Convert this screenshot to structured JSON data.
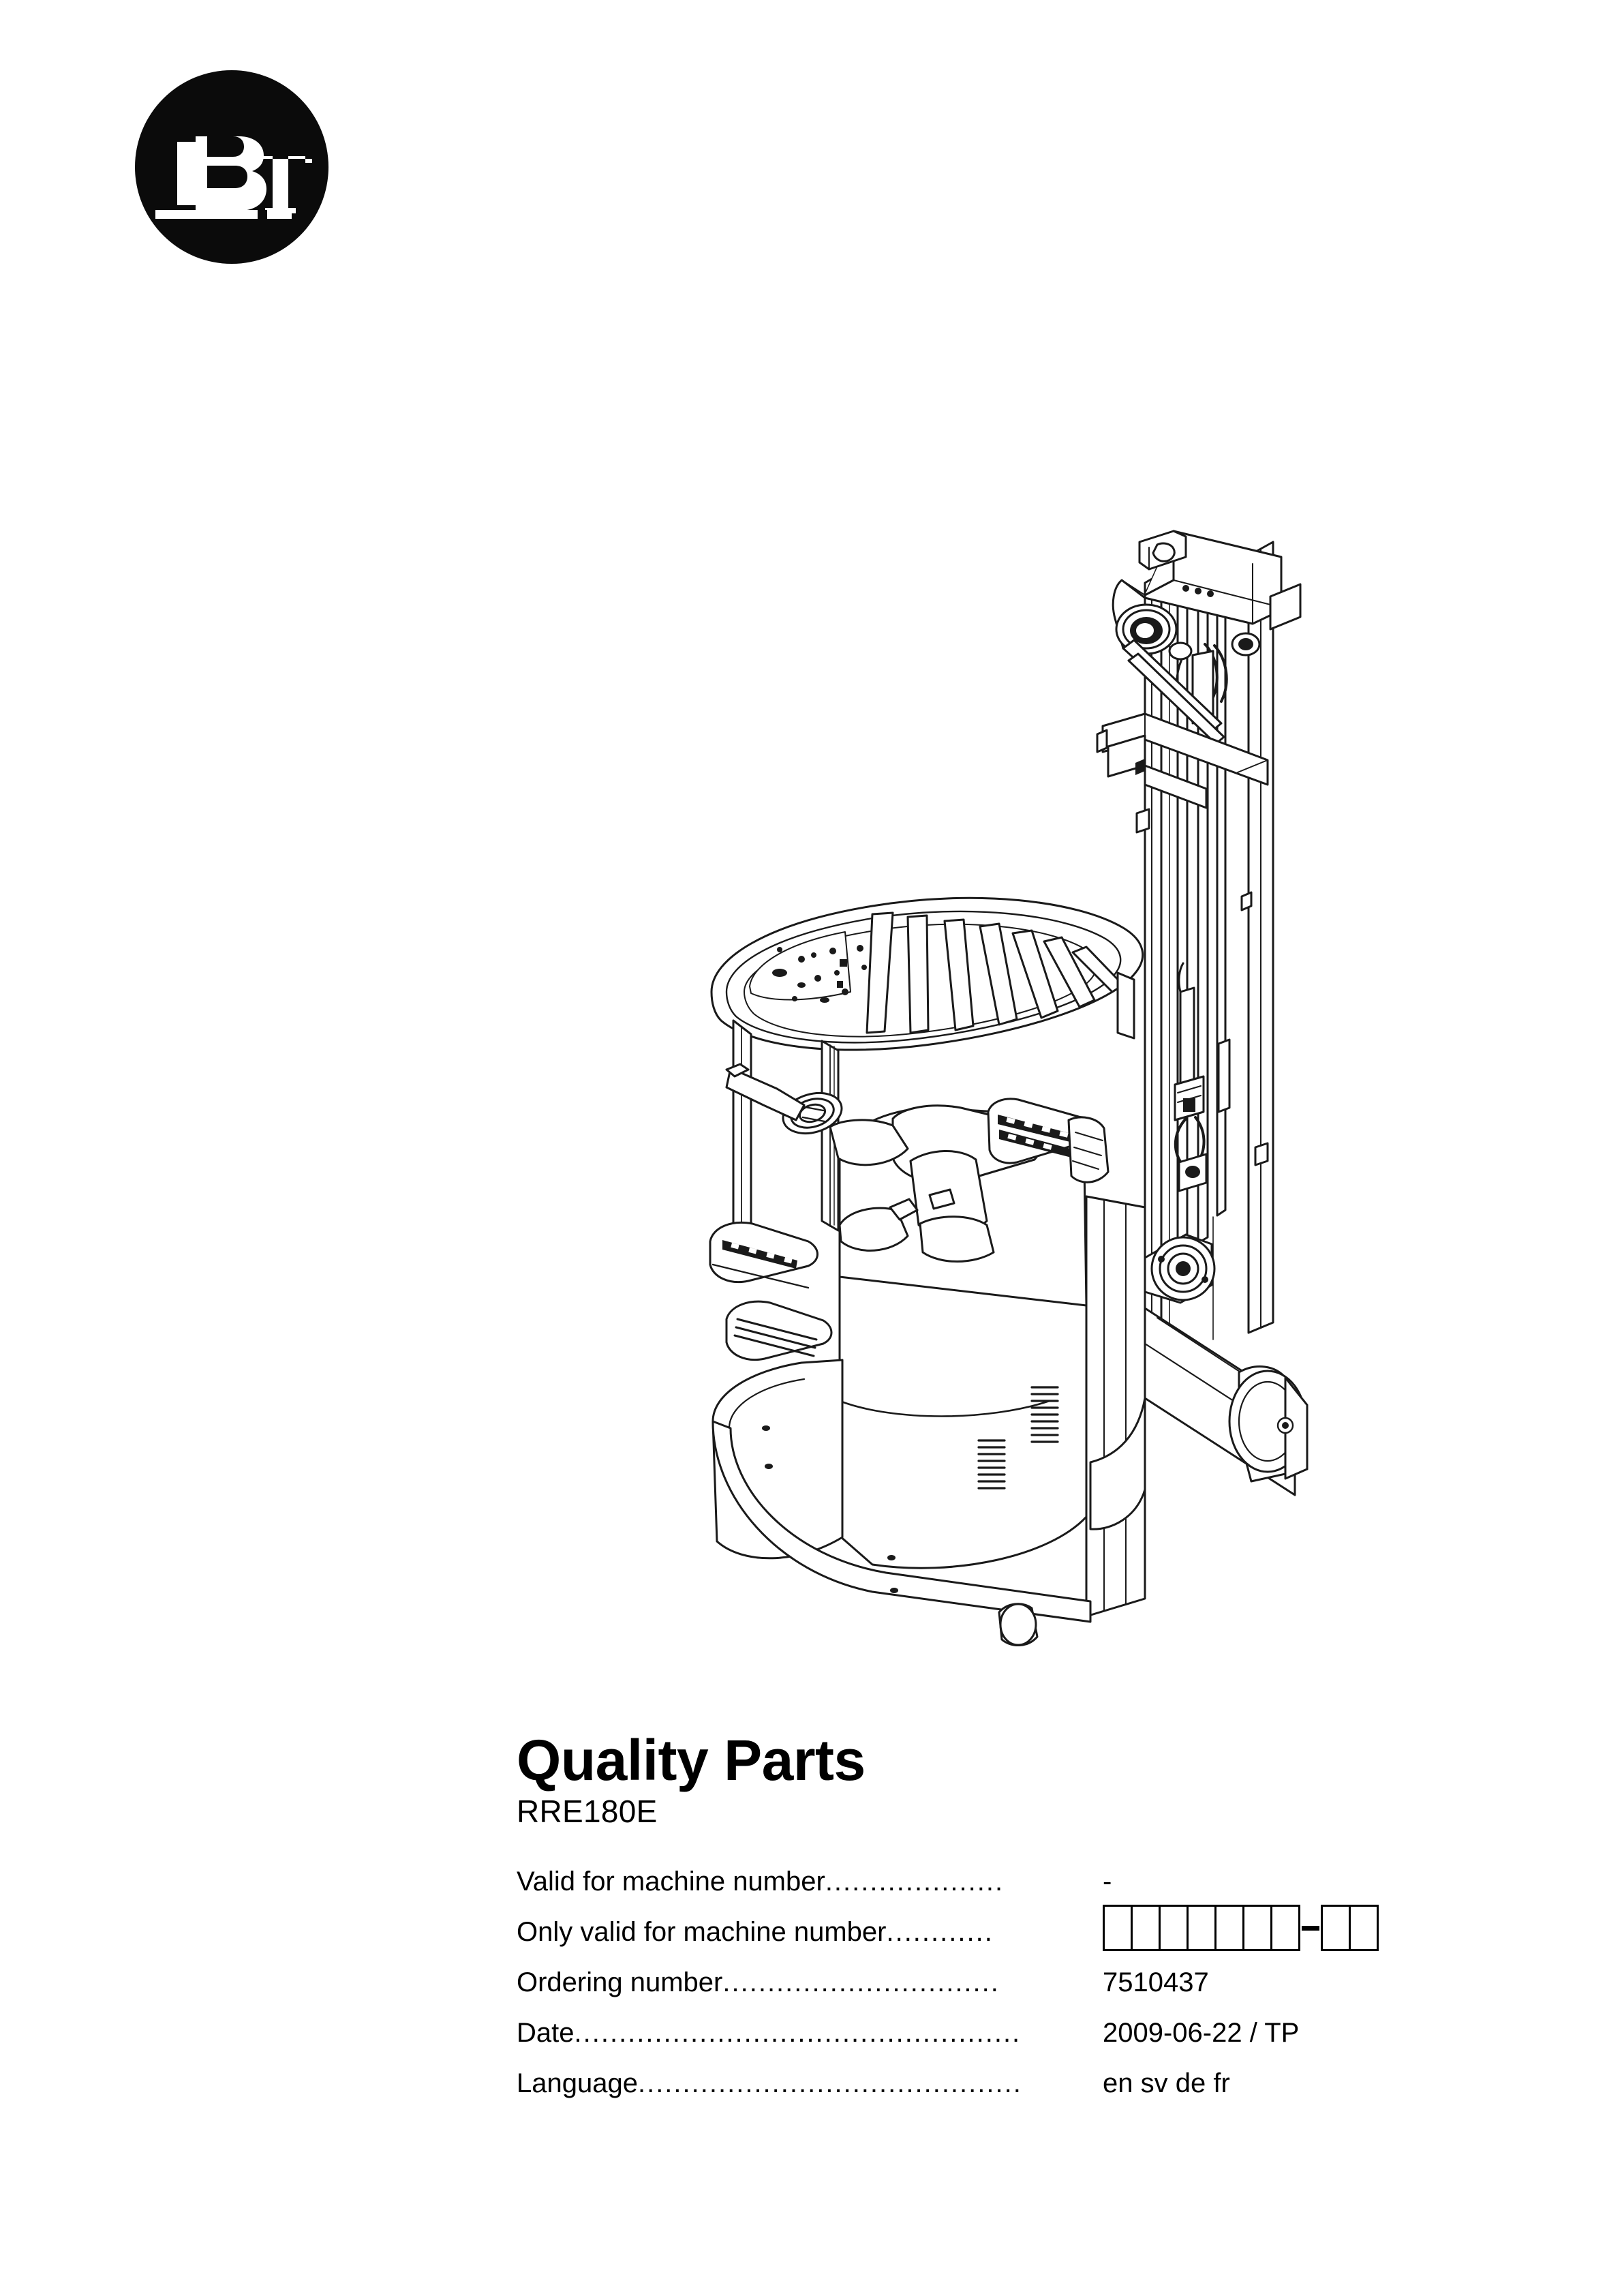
{
  "brand": {
    "logo_name": "bt-logo",
    "letters": [
      "B",
      "T"
    ],
    "color": "#000000"
  },
  "illustration": {
    "name": "reach-truck-line-drawing",
    "subject": "BT RRE180E electric reach truck",
    "style": "technical line art",
    "stroke_color": "#1a1a1a",
    "fill_color": "#ffffff"
  },
  "document": {
    "title": "Quality Parts",
    "model": "RRE180E"
  },
  "specs": [
    {
      "label": "Valid for machine number",
      "leader": "....................",
      "value": "-",
      "type": "text",
      "name": "valid-for-machine-number"
    },
    {
      "label": "Only valid for machine number",
      "leader": "............",
      "value": "",
      "type": "boxes",
      "boxes_before": 7,
      "boxes_after": 2,
      "name": "only-valid-for-machine-number"
    },
    {
      "label": "Ordering number ",
      "leader": "...............................",
      "value": "7510437",
      "type": "text",
      "name": "ordering-number"
    },
    {
      "label": "Date ",
      "leader": "..................................................",
      "value": "2009-06-22 / TP",
      "type": "text",
      "name": "date"
    },
    {
      "label": "Language",
      "leader": "...........................................",
      "value": " en sv de fr",
      "type": "text",
      "name": "language"
    }
  ]
}
